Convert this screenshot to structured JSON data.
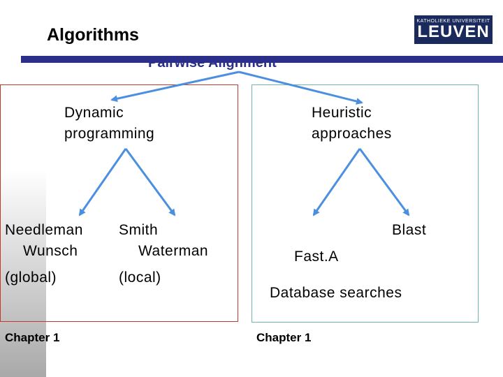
{
  "title": "Algorithms",
  "logo": {
    "top_text": "KATHOLIEKE UNIVERSITEIT",
    "main_text": "LEUVEN"
  },
  "root": "Pairwise Alignment",
  "branches": {
    "dynamic": {
      "line1": "Dynamic",
      "line2": "programming",
      "children": {
        "needleman": {
          "line1": "Needleman",
          "line2": "Wunsch",
          "note": "(global)"
        },
        "smith": {
          "line1": "Smith",
          "line2": "Waterman",
          "note": "(local)"
        }
      }
    },
    "heuristic": {
      "line1": "Heuristic",
      "line2": "approaches",
      "children": {
        "blast": "Blast",
        "fasta": "Fast.A",
        "note": "Database searches"
      }
    }
  },
  "footers": {
    "left": "Chapter 1",
    "right": "Chapter 1"
  },
  "colors": {
    "title_rule": "#2b2f8a",
    "arrow": "#4a8fe0",
    "left_box": "#c0392b",
    "right_box": "#6fb3b3"
  }
}
